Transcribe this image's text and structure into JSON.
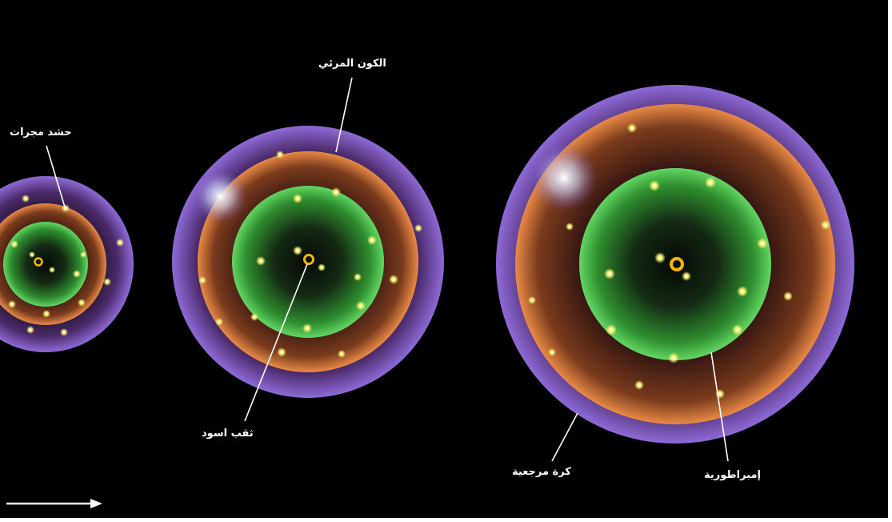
{
  "labels": {
    "galaxy_cluster": "حشد مجرات",
    "observable_universe": "الكون المرئي",
    "black_hole": "ثقب اسود",
    "reference_sphere": "كرة مرجعية",
    "empire": "إمبراطورية"
  },
  "colors": {
    "background": "#000000",
    "outer_sphere": "#7a55c8",
    "middle_ring": "#e07a3a",
    "inner_sphere": "#3fbf3f",
    "stars": "#f6f070",
    "center_ring": "#f2b800",
    "arrow": "#ffffff"
  },
  "arrow": {
    "direction": "right"
  }
}
